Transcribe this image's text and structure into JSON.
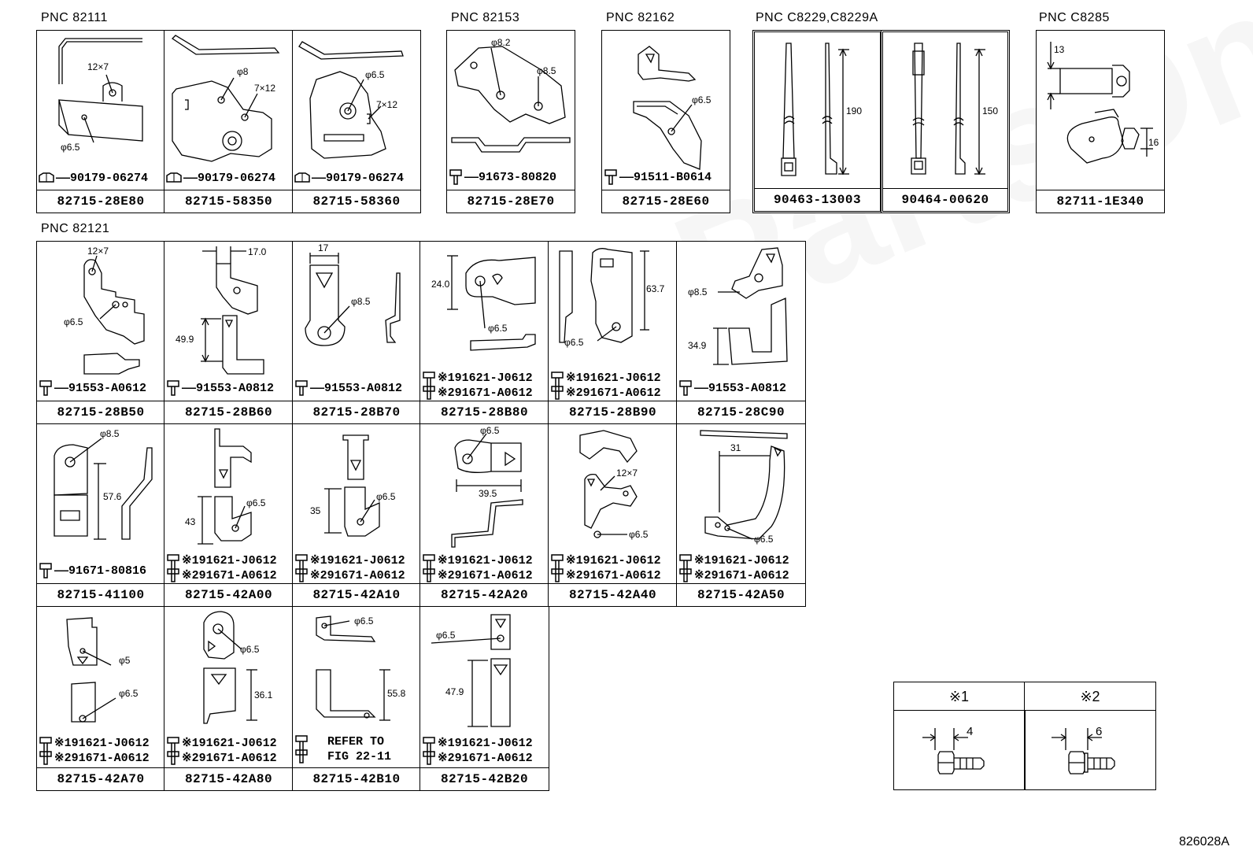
{
  "pnc_groups": {
    "g1": "PNC 82111",
    "g2": "PNC 82153",
    "g3": "PNC 82162",
    "g4": "PNC C8229,C8229A",
    "g5": "PNC C8285",
    "g6": "PNC 82121"
  },
  "cells": {
    "c_82111_a": {
      "part": "82715-28E80",
      "fastener": "90179-06274",
      "labels": {
        "l1": "12×7",
        "l2": "φ6.5"
      }
    },
    "c_82111_b": {
      "part": "82715-58350",
      "fastener": "90179-06274",
      "labels": {
        "l1": "φ8",
        "l2": "7×12"
      }
    },
    "c_82111_c": {
      "part": "82715-58360",
      "fastener": "90179-06274",
      "labels": {
        "l1": "φ6.5",
        "l2": "7×12"
      }
    },
    "c_82153": {
      "part": "82715-28E70",
      "fastener": "91673-80820",
      "labels": {
        "l1": "φ8.2",
        "l2": "φ8.5"
      }
    },
    "c_82162": {
      "part": "82715-28E60",
      "fastener": "91511-B0614",
      "labels": {
        "l1": "φ6.5"
      }
    },
    "c_c8229_a": {
      "part": "90463-13003",
      "labels": {
        "l1": "190"
      }
    },
    "c_c8229_b": {
      "part": "90464-00620",
      "labels": {
        "l1": "150"
      }
    },
    "c_c8285": {
      "part": "82711-1E340",
      "labels": {
        "l1": "13",
        "l2": "16"
      }
    },
    "r1_1": {
      "part": "82715-28B50",
      "fastener": "91553-A0612",
      "labels": {
        "l1": "12×7",
        "l2": "φ6.5"
      }
    },
    "r1_2": {
      "part": "82715-28B60",
      "fastener": "91553-A0812",
      "labels": {
        "l1": "17.0",
        "l2": "49.9"
      }
    },
    "r1_3": {
      "part": "82715-28B70",
      "fastener": "91553-A0812",
      "labels": {
        "l1": "17",
        "l2": "φ8.5"
      }
    },
    "r1_4": {
      "part": "82715-28B80",
      "fastener1": "※191621-J0612",
      "fastener2": "※291671-A0612",
      "labels": {
        "l1": "24.0",
        "l2": "φ6.5"
      }
    },
    "r1_5": {
      "part": "82715-28B90",
      "fastener1": "※191621-J0612",
      "fastener2": "※291671-A0612",
      "labels": {
        "l1": "63.7",
        "l2": "φ6.5"
      }
    },
    "r1_6": {
      "part": "82715-28C90",
      "fastener": "91553-A0812",
      "labels": {
        "l1": "φ8.5",
        "l2": "34.9"
      }
    },
    "r2_1": {
      "part": "82715-41100",
      "fastener": "91671-80816",
      "labels": {
        "l1": "φ8.5",
        "l2": "57.6"
      }
    },
    "r2_2": {
      "part": "82715-42A00",
      "fastener1": "※191621-J0612",
      "fastener2": "※291671-A0612",
      "labels": {
        "l1": "43",
        "l2": "φ6.5"
      }
    },
    "r2_3": {
      "part": "82715-42A10",
      "fastener1": "※191621-J0612",
      "fastener2": "※291671-A0612",
      "labels": {
        "l1": "35",
        "l2": "φ6.5"
      }
    },
    "r2_4": {
      "part": "82715-42A20",
      "fastener1": "※191621-J0612",
      "fastener2": "※291671-A0612",
      "labels": {
        "l1": "φ6.5",
        "l2": "39.5"
      }
    },
    "r2_5": {
      "part": "82715-42A40",
      "fastener1": "※191621-J0612",
      "fastener2": "※291671-A0612",
      "labels": {
        "l1": "12×7",
        "l2": "φ6.5"
      }
    },
    "r2_6": {
      "part": "82715-42A50",
      "fastener1": "※191621-J0612",
      "fastener2": "※291671-A0612",
      "labels": {
        "l1": "31",
        "l2": "φ6.5"
      }
    },
    "r3_1": {
      "part": "82715-42A70",
      "fastener1": "※191621-J0612",
      "fastener2": "※291671-A0612",
      "labels": {
        "l1": "φ5",
        "l2": "φ6.5"
      }
    },
    "r3_2": {
      "part": "82715-42A80",
      "fastener1": "※191621-J0612",
      "fastener2": "※291671-A0612",
      "labels": {
        "l1": "φ6.5",
        "l2": "36.1"
      }
    },
    "r3_3": {
      "part": "82715-42B10",
      "refer1": "REFER TO",
      "refer2": "FIG 22-11",
      "labels": {
        "l1": "φ6.5",
        "l2": "55.8"
      }
    },
    "r3_4": {
      "part": "82715-42B20",
      "fastener1": "※191621-J0612",
      "fastener2": "※291671-A0612",
      "labels": {
        "l1": "φ6.5",
        "l2": "47.9"
      }
    }
  },
  "legend": {
    "h1": "※1",
    "h2": "※2",
    "d1": "4",
    "d2": "6"
  },
  "figure_number": "826028A",
  "watermark": "ToyotaPartsOnline"
}
